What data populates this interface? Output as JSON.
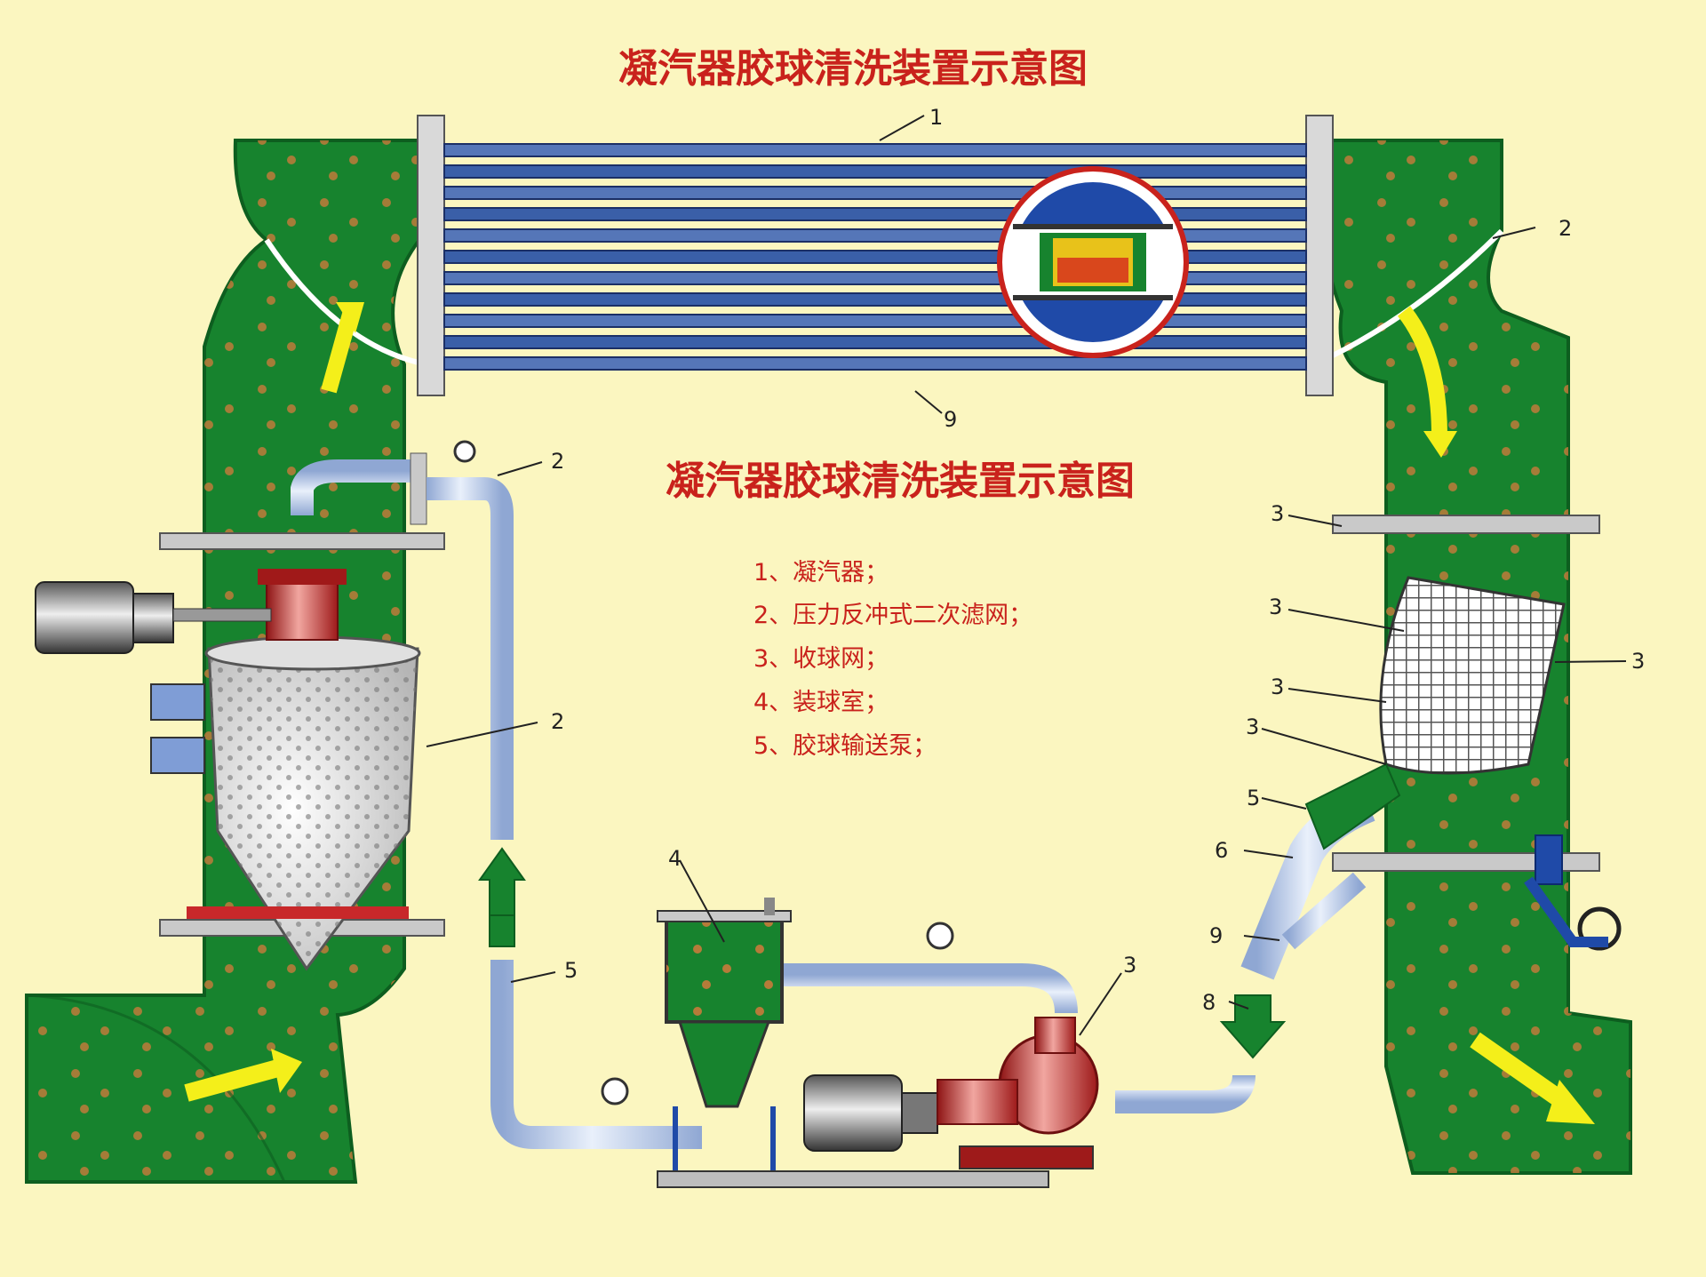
{
  "title_top": "凝汽器胶球清洗装置示意图",
  "title_mid": "凝汽器胶球清洗装置示意图",
  "legend": [
    "1、凝汽器；",
    "2、压力反冲式二次滤网；",
    "3、收球网；",
    "4、装球室；",
    "5、胶球输送泵；"
  ],
  "callouts": {
    "c1_top": "1",
    "c9_bottom_condenser": "9",
    "c2_right_top": "2",
    "c2_pipe": "2",
    "c2_filter": "2",
    "c3_r1": "3",
    "c3_r2": "3",
    "c3_r3": "3",
    "c3_r4": "3",
    "c3_r5": "3",
    "c5_right": "5",
    "c6_right": "6",
    "c9_right": "9",
    "c8_right": "8",
    "c4_chamber": "4",
    "c3_pump": "3",
    "c5_left_pipe": "5"
  },
  "colors": {
    "background": "#fbf6c0",
    "duct_green": "#17832e",
    "duct_dark": "#0d5e1f",
    "pipe_blue": "#b8c9e6",
    "title_red": "#c9221c",
    "arrow_yellow": "#f4ef1a",
    "pump_red": "#c8282a",
    "ball_brown": "#c87a3a"
  },
  "icons": [
    "motor-icon",
    "pump-icon",
    "valve-handwheel-icon",
    "pressure-gauge-icon",
    "flow-arrow-icon"
  ]
}
